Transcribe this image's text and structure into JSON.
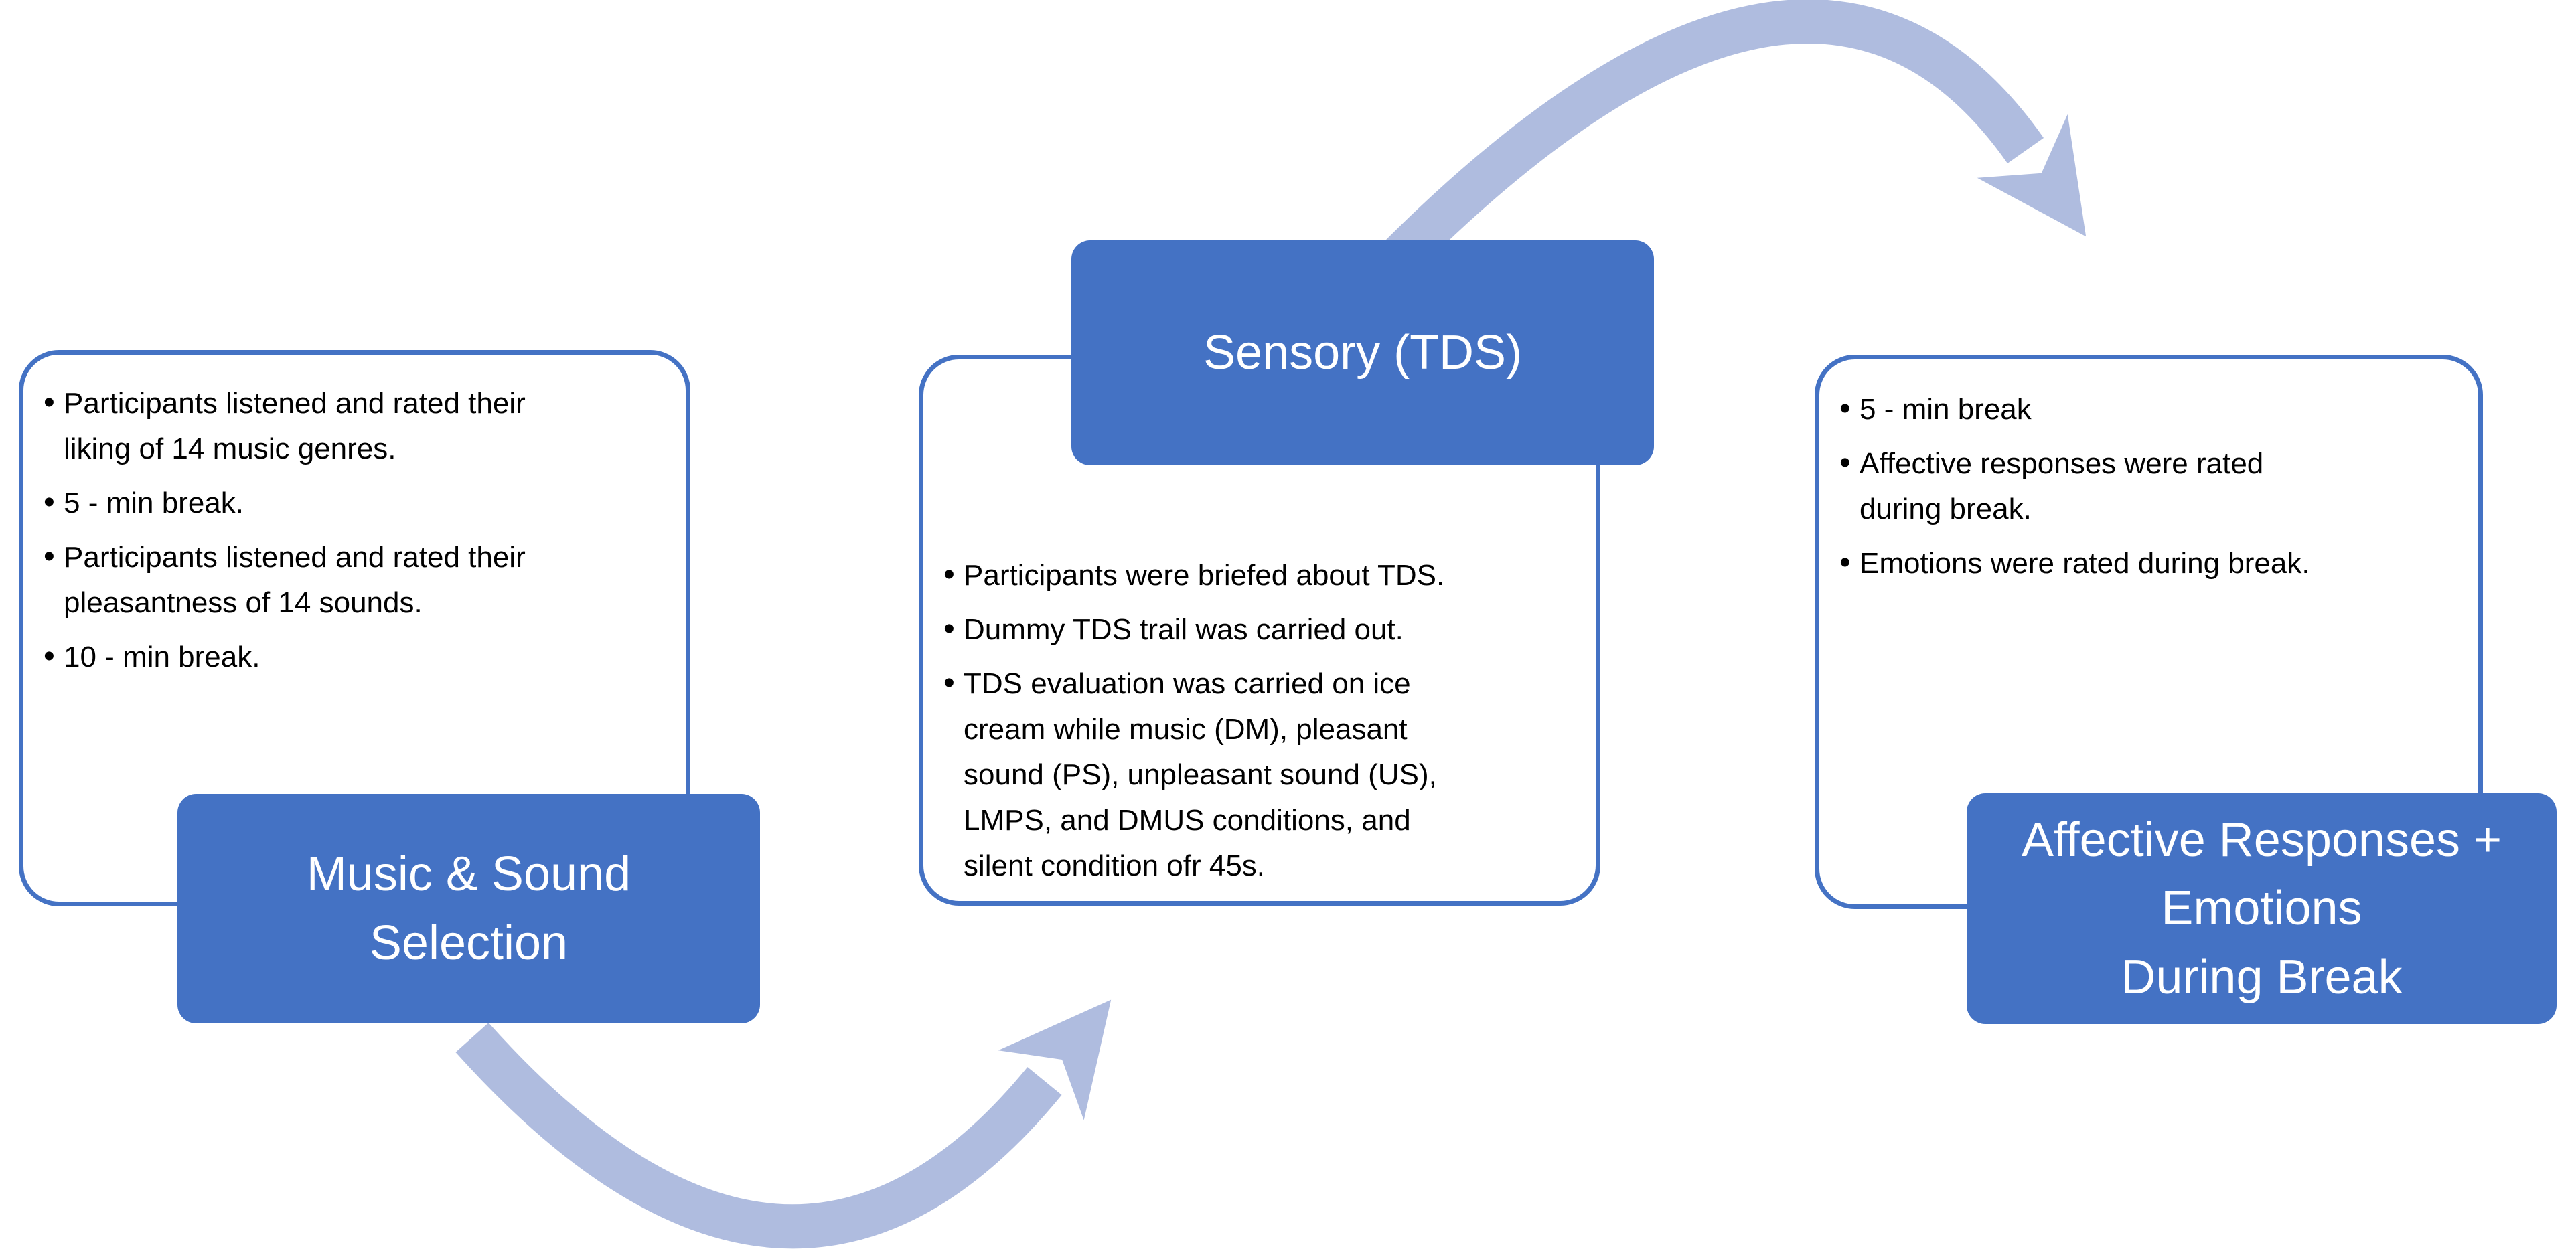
{
  "colors": {
    "accent_blue": "#4472C4",
    "arrow_light_blue": "#AFBCDF",
    "panel_background": "#FFFFFF",
    "body_text": "#000000",
    "title_text": "#FFFFFF"
  },
  "bullet_char": "•",
  "panels": [
    {
      "title": "Music & Sound\nSelection",
      "bullets": [
        "Participants listened and rated their\nliking of 14 music genres.",
        "5 - min break.",
        "Participants listened and rated their\npleasantness of 14 sounds.",
        "10 - min break."
      ]
    },
    {
      "title": "Sensory (TDS)",
      "bullets": [
        "Participants were briefed about TDS.",
        "Dummy TDS trail was carried out.",
        "TDS evaluation was carried on ice\ncream while music (DM), pleasant\nsound (PS), unpleasant sound (US),\nLMPS, and DMUS conditions, and\nsilent condition ofr 45s."
      ]
    },
    {
      "title": "Affective Responses +\nEmotions\nDuring Break",
      "bullets": [
        "5 - min break",
        "Affective responses were rated\nduring break.",
        "Emotions were rated during break."
      ]
    }
  ]
}
